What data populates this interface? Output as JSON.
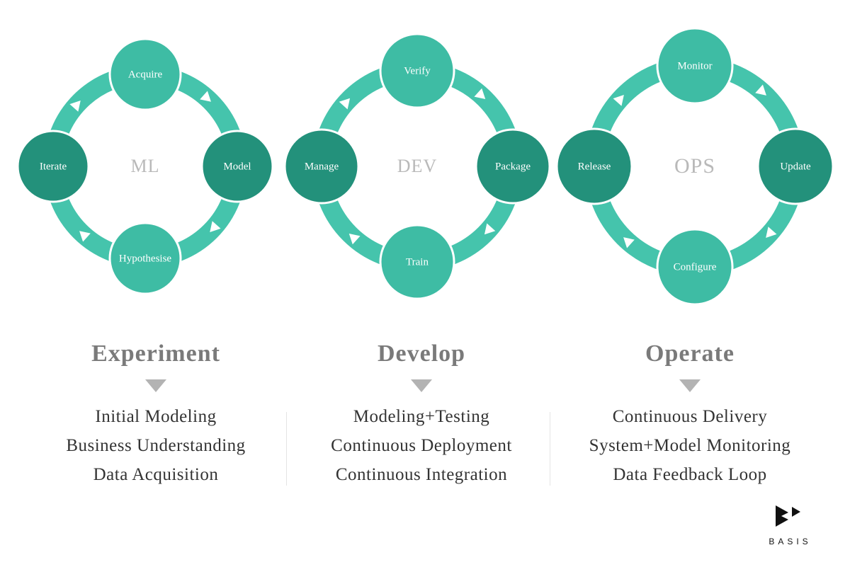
{
  "colors": {
    "ring": "#45c4ac",
    "node_light": "#3ebca4",
    "node_dark": "#23917b",
    "arrowhead": "#ffffff",
    "center_text": "#b9b9b9",
    "section_title": "#7a7a7a",
    "item_text": "#333333"
  },
  "cycles": [
    {
      "center": "ML",
      "nodes": {
        "top": "Acquire",
        "right": "Model",
        "bottom": "Hypothesise",
        "left": "Iterate"
      }
    },
    {
      "center": "DEV",
      "nodes": {
        "top": "Verify",
        "right": "Package",
        "bottom": "Train",
        "left": "Manage"
      }
    },
    {
      "center": "OPS",
      "nodes": {
        "top": "Monitor",
        "right": "Update",
        "bottom": "Configure",
        "left": "Release"
      }
    }
  ],
  "sections": [
    {
      "title": "Experiment",
      "items": [
        "Initial Modeling",
        "Business Understanding",
        "Data Acquisition"
      ]
    },
    {
      "title": "Develop",
      "items": [
        "Modeling+Testing",
        "Continuous Deployment",
        "Continuous Integration"
      ]
    },
    {
      "title": "Operate",
      "items": [
        "Continuous Delivery",
        "System+Model Monitoring",
        "Data Feedback Loop"
      ]
    }
  ],
  "brand": {
    "name": "BASIS",
    "icon": "basis-logo-icon"
  }
}
